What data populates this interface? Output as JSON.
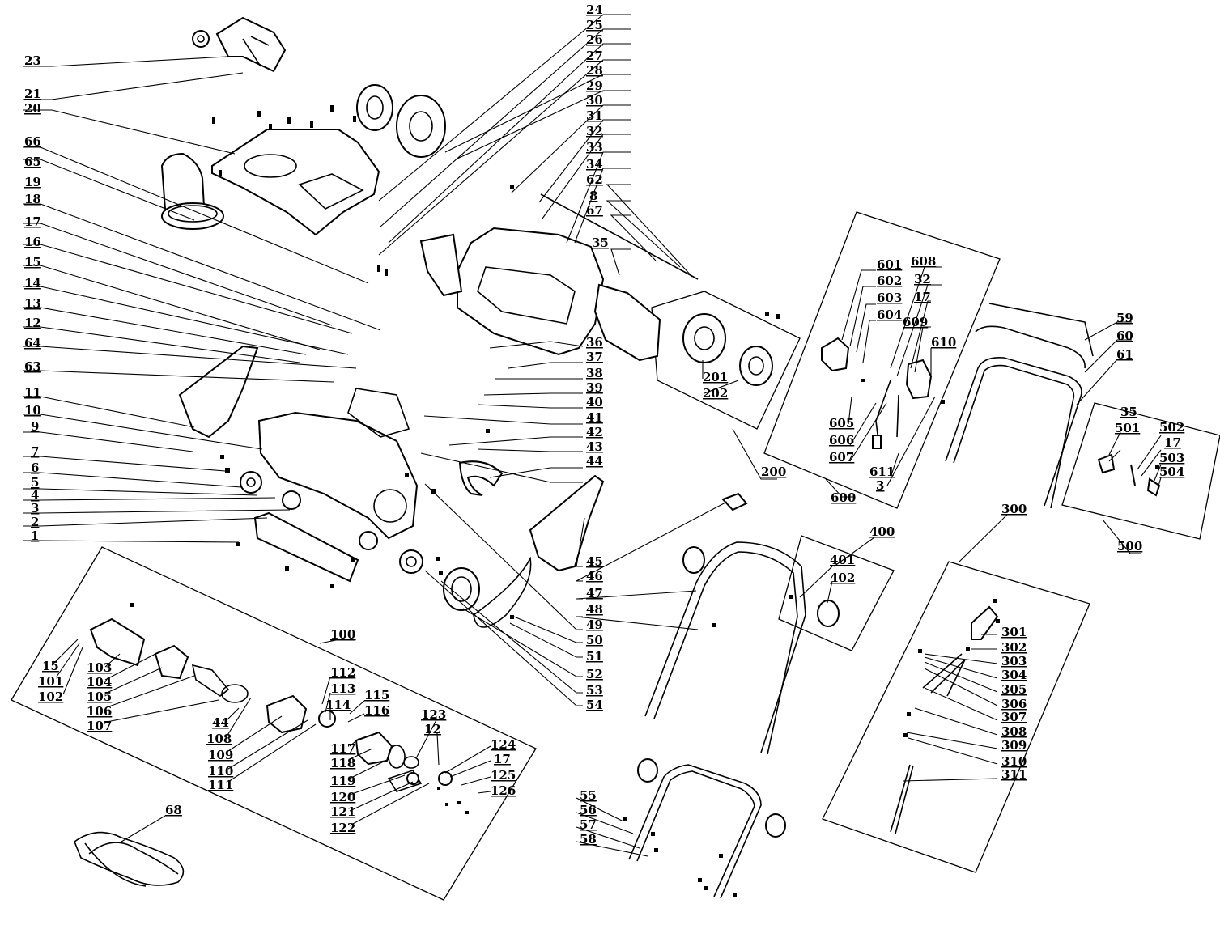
{
  "callouts": [
    {
      "id": "c23",
      "text": "23"
    },
    {
      "id": "c21",
      "text": "21"
    },
    {
      "id": "c20",
      "text": "20"
    },
    {
      "id": "c66",
      "text": "66"
    },
    {
      "id": "c65",
      "text": "65"
    },
    {
      "id": "c19",
      "text": "19"
    },
    {
      "id": "c18",
      "text": "18"
    },
    {
      "id": "c17a",
      "text": "17"
    },
    {
      "id": "c16",
      "text": "16"
    },
    {
      "id": "c15a",
      "text": "15"
    },
    {
      "id": "c14",
      "text": "14"
    },
    {
      "id": "c13",
      "text": "13"
    },
    {
      "id": "c12a",
      "text": "12"
    },
    {
      "id": "c64",
      "text": "64"
    },
    {
      "id": "c63",
      "text": "63"
    },
    {
      "id": "c11",
      "text": "11"
    },
    {
      "id": "c10",
      "text": "10"
    },
    {
      "id": "c9",
      "text": "9"
    },
    {
      "id": "c7",
      "text": "7"
    },
    {
      "id": "c6",
      "text": "6"
    },
    {
      "id": "c5",
      "text": "5"
    },
    {
      "id": "c4",
      "text": "4"
    },
    {
      "id": "c3a",
      "text": "3"
    },
    {
      "id": "c2",
      "text": "2"
    },
    {
      "id": "c1",
      "text": "1"
    },
    {
      "id": "c24",
      "text": "24"
    },
    {
      "id": "c25",
      "text": "25"
    },
    {
      "id": "c26",
      "text": "26"
    },
    {
      "id": "c27",
      "text": "27"
    },
    {
      "id": "c28",
      "text": "28"
    },
    {
      "id": "c29",
      "text": "29"
    },
    {
      "id": "c30",
      "text": "30"
    },
    {
      "id": "c31",
      "text": "31"
    },
    {
      "id": "c32a",
      "text": "32"
    },
    {
      "id": "c33",
      "text": "33"
    },
    {
      "id": "c34",
      "text": "34"
    },
    {
      "id": "c62",
      "text": "62"
    },
    {
      "id": "c8",
      "text": "8"
    },
    {
      "id": "c67",
      "text": "67"
    },
    {
      "id": "c35a",
      "text": "35"
    },
    {
      "id": "c36",
      "text": "36"
    },
    {
      "id": "c37",
      "text": "37"
    },
    {
      "id": "c38",
      "text": "38"
    },
    {
      "id": "c39",
      "text": "39"
    },
    {
      "id": "c40",
      "text": "40"
    },
    {
      "id": "c41",
      "text": "41"
    },
    {
      "id": "c42",
      "text": "42"
    },
    {
      "id": "c43",
      "text": "43"
    },
    {
      "id": "c44a",
      "text": "44"
    },
    {
      "id": "c45",
      "text": "45"
    },
    {
      "id": "c46",
      "text": "46"
    },
    {
      "id": "c47",
      "text": "47"
    },
    {
      "id": "c48",
      "text": "48"
    },
    {
      "id": "c49",
      "text": "49"
    },
    {
      "id": "c50",
      "text": "50"
    },
    {
      "id": "c51",
      "text": "51"
    },
    {
      "id": "c52",
      "text": "52"
    },
    {
      "id": "c53",
      "text": "53"
    },
    {
      "id": "c54",
      "text": "54"
    },
    {
      "id": "c201",
      "text": "201"
    },
    {
      "id": "c202",
      "text": "202"
    },
    {
      "id": "c200",
      "text": "200"
    },
    {
      "id": "c601",
      "text": "601"
    },
    {
      "id": "c602",
      "text": "602"
    },
    {
      "id": "c603",
      "text": "603"
    },
    {
      "id": "c604",
      "text": "604"
    },
    {
      "id": "c608",
      "text": "608"
    },
    {
      "id": "c32b",
      "text": "32"
    },
    {
      "id": "c17b",
      "text": "17"
    },
    {
      "id": "c609",
      "text": "609"
    },
    {
      "id": "c610",
      "text": "610"
    },
    {
      "id": "c605",
      "text": "605"
    },
    {
      "id": "c606",
      "text": "606"
    },
    {
      "id": "c607",
      "text": "607"
    },
    {
      "id": "c611",
      "text": "611"
    },
    {
      "id": "c3b",
      "text": "3"
    },
    {
      "id": "c600",
      "text": "600"
    },
    {
      "id": "c59",
      "text": "59"
    },
    {
      "id": "c60",
      "text": "60"
    },
    {
      "id": "c61",
      "text": "61"
    },
    {
      "id": "c35b",
      "text": "35"
    },
    {
      "id": "c501",
      "text": "501"
    },
    {
      "id": "c502",
      "text": "502"
    },
    {
      "id": "c17c",
      "text": "17"
    },
    {
      "id": "c503",
      "text": "503"
    },
    {
      "id": "c504",
      "text": "504"
    },
    {
      "id": "c500",
      "text": "500"
    },
    {
      "id": "c400",
      "text": "400"
    },
    {
      "id": "c401",
      "text": "401"
    },
    {
      "id": "c402",
      "text": "402"
    },
    {
      "id": "c300",
      "text": "300"
    },
    {
      "id": "c301",
      "text": "301"
    },
    {
      "id": "c302",
      "text": "302"
    },
    {
      "id": "c303",
      "text": "303"
    },
    {
      "id": "c304",
      "text": "304"
    },
    {
      "id": "c305",
      "text": "305"
    },
    {
      "id": "c306",
      "text": "306"
    },
    {
      "id": "c307",
      "text": "307"
    },
    {
      "id": "c308",
      "text": "308"
    },
    {
      "id": "c309",
      "text": "309"
    },
    {
      "id": "c310",
      "text": "310"
    },
    {
      "id": "c311",
      "text": "311"
    },
    {
      "id": "c100",
      "text": "100"
    },
    {
      "id": "c15b",
      "text": "15"
    },
    {
      "id": "c101",
      "text": "101"
    },
    {
      "id": "c102",
      "text": "102"
    },
    {
      "id": "c103",
      "text": "103"
    },
    {
      "id": "c104",
      "text": "104"
    },
    {
      "id": "c105",
      "text": "105"
    },
    {
      "id": "c106",
      "text": "106"
    },
    {
      "id": "c107",
      "text": "107"
    },
    {
      "id": "c44b",
      "text": "44"
    },
    {
      "id": "c108",
      "text": "108"
    },
    {
      "id": "c109",
      "text": "109"
    },
    {
      "id": "c110",
      "text": "110"
    },
    {
      "id": "c111",
      "text": "111"
    },
    {
      "id": "c112",
      "text": "112"
    },
    {
      "id": "c113",
      "text": "113"
    },
    {
      "id": "c114",
      "text": "114"
    },
    {
      "id": "c115",
      "text": "115"
    },
    {
      "id": "c116",
      "text": "116"
    },
    {
      "id": "c117",
      "text": "117"
    },
    {
      "id": "c118",
      "text": "118"
    },
    {
      "id": "c119",
      "text": "119"
    },
    {
      "id": "c120",
      "text": "120"
    },
    {
      "id": "c121",
      "text": "121"
    },
    {
      "id": "c122",
      "text": "122"
    },
    {
      "id": "c123",
      "text": "123"
    },
    {
      "id": "c12b",
      "text": "12"
    },
    {
      "id": "c124",
      "text": "124"
    },
    {
      "id": "c17d",
      "text": "17"
    },
    {
      "id": "c125",
      "text": "125"
    },
    {
      "id": "c126",
      "text": "126"
    },
    {
      "id": "c55",
      "text": "55"
    },
    {
      "id": "c56",
      "text": "56"
    },
    {
      "id": "c57",
      "text": "57"
    },
    {
      "id": "c58",
      "text": "58"
    },
    {
      "id": "c68",
      "text": "68"
    }
  ]
}
